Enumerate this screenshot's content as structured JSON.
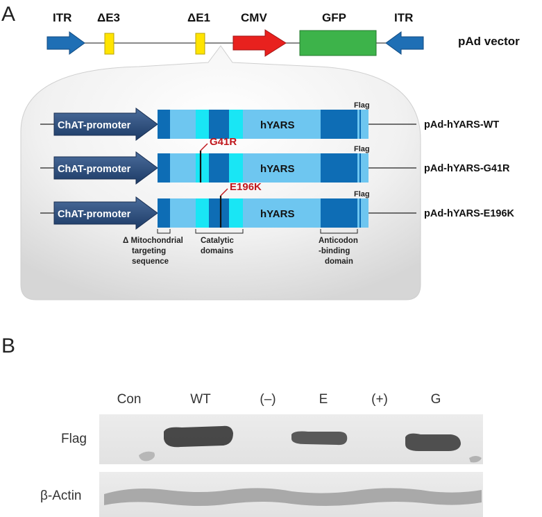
{
  "panel_a": {
    "label": "A",
    "vector": {
      "itr_left": "ITR",
      "delta_e3": "ΔE3",
      "delta_e1": "ΔE1",
      "cmv": "CMV",
      "gfp": "GFP",
      "itr_right": "ITR",
      "name": "pAd vector"
    },
    "constructs": [
      {
        "promoter": "ChAT-promoter",
        "gene": "hYARS",
        "flag": "Flag",
        "name": "pAd-hYARS-WT",
        "mutation": ""
      },
      {
        "promoter": "ChAT-promoter",
        "gene": "hYARS",
        "flag": "Flag",
        "name": "pAd-hYARS-G41R",
        "mutation": "G41R"
      },
      {
        "promoter": "ChAT-promoter",
        "gene": "hYARS",
        "flag": "Flag",
        "name": "pAd-hYARS-E196K",
        "mutation": "E196K"
      }
    ],
    "domains": {
      "mito": [
        "Δ Mitochondrial",
        "targeting",
        "sequence"
      ],
      "catalytic": [
        "Catalytic",
        "domains"
      ],
      "anticodon": [
        "Anticodon",
        "-binding",
        "domain"
      ]
    },
    "colors": {
      "itr": "#1f6fb5",
      "exon": "#ffe400",
      "cmv": "#e8211e",
      "gfp": "#3db34a",
      "promoter": "#2e4f7c",
      "dark_blue": "#0e6db5",
      "light_blue": "#6ec6f0",
      "cyan": "#19e6f5",
      "mutation_text": "#c0161c"
    }
  },
  "panel_b": {
    "label": "B",
    "lanes": [
      "Con",
      "WT",
      "(–)",
      "E",
      "(+)",
      "G"
    ],
    "rows": [
      "Flag",
      "β-Actin"
    ]
  }
}
